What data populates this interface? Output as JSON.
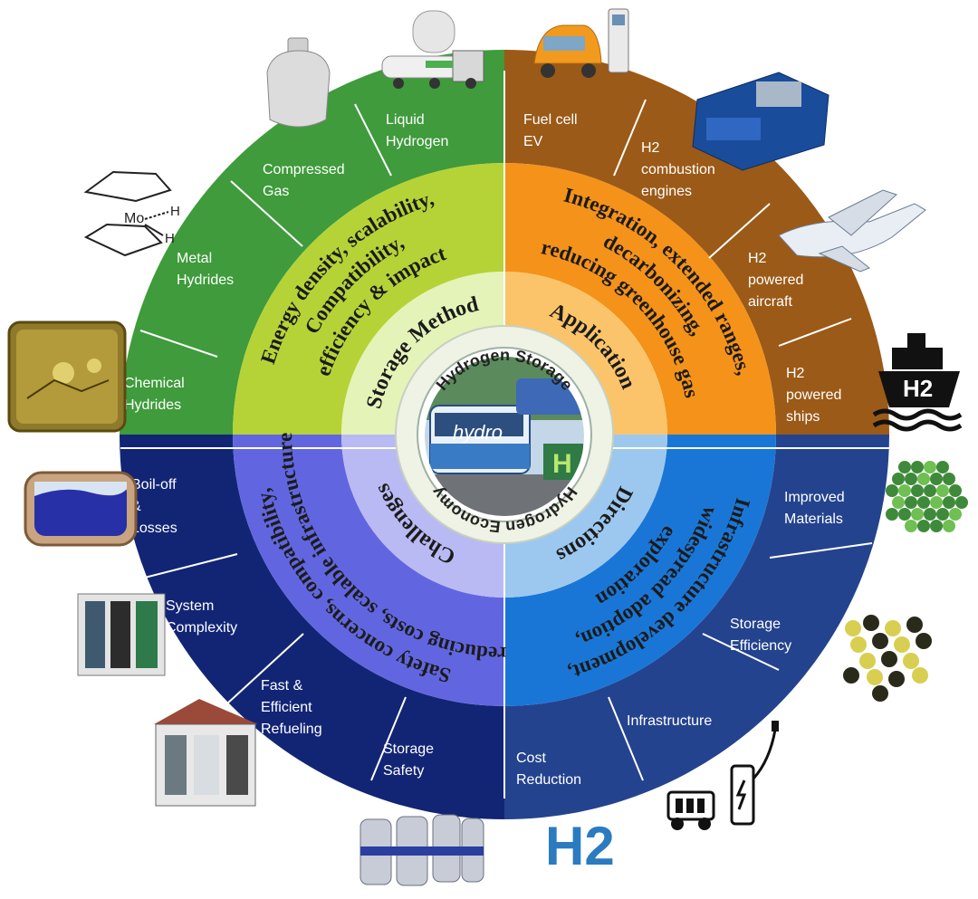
{
  "center": {
    "top_text": "Hydrogen Storage",
    "bottom_text": "Hydrogen Economy",
    "bus_text": "hydro"
  },
  "quadrants": {
    "storage_method": {
      "title": "Storage Method",
      "middle": [
        "Energy density, scalability,",
        "Compatibility,",
        "efficiency & impact"
      ],
      "items": [
        "Liquid|Hydrogen",
        "Compressed|Gas",
        "Metal|Hydrides",
        "Chemical|Hydrides"
      ]
    },
    "application": {
      "title": "Application",
      "middle": [
        "Integration, extended ranges,",
        "decarbonizing,",
        "reducing greenhouse gas"
      ],
      "items": [
        "Fuel cell|EV",
        "H2|combustion|engines",
        "H2|powered|aircraft",
        "H2|powered|ships"
      ]
    },
    "challenges": {
      "title": "Challenges",
      "middle": [
        "Safety concerns, compatibility,",
        "reducing costs, scalable infrastructure"
      ],
      "items": [
        "Boil-off|&|Losses",
        "System|Complexity",
        "Fast &|Efficient|Refueling",
        "Storage|Safety"
      ]
    },
    "directions": {
      "title": "Directions",
      "middle": [
        "Infrastructure development,",
        "widespread adoption,",
        "exploration"
      ],
      "items": [
        "Improved|Materials",
        "Storage|Efficiency",
        "Infrastructure",
        "Cost|Reduction"
      ]
    }
  },
  "icons": {
    "ship_label": "H2",
    "bottom_label": "H2",
    "molecule_label": "Mo",
    "molecule_h": "H"
  },
  "colors": {
    "storage_outer": "#3f9b3c",
    "storage_middle": "#b5d337",
    "storage_inner": "#e4f3b8",
    "application_outer": "#9b5a17",
    "application_middle": "#f4921a",
    "application_inner": "#fbc46a",
    "challenges_outer": "#122575",
    "challenges_middle": "#6166e0",
    "challenges_inner": "#b9baf3",
    "directions_outer": "#24438e",
    "directions_middle": "#1a76d6",
    "directions_inner": "#9cc8ef"
  }
}
